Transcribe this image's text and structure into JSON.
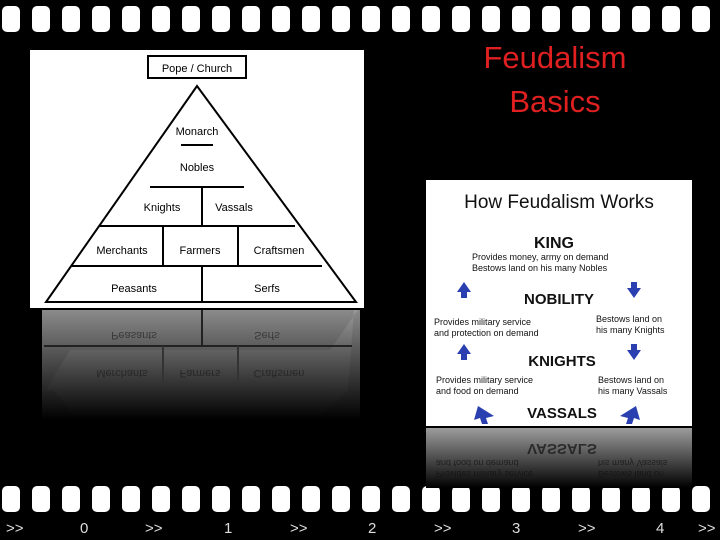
{
  "slide": {
    "title_line1": "Feudalism",
    "title_line2": "Basics"
  },
  "pyramid": {
    "top_box": "Pope / Church",
    "rows": [
      [
        "Monarch"
      ],
      [
        "Nobles"
      ],
      [
        "Knights",
        "Vassals"
      ],
      [
        "Merchants",
        "Farmers",
        "Craftsmen"
      ],
      [
        "Peasants",
        "Serfs"
      ]
    ]
  },
  "feudal_chart": {
    "heading": "How Feudalism Works",
    "king": "KING",
    "king_line1": "Provides money, army on demand",
    "king_line2": "Bestows land on his many Nobles",
    "nobility": "NOBILITY",
    "nobility_left1": "Provides military service",
    "nobility_left2": "and protection on demand",
    "nobility_right1": "Bestows land on",
    "nobility_right2": "his many Knights",
    "knights": "KNIGHTS",
    "knights_left1": "Provides military service",
    "knights_left2": "and food on demand",
    "knights_right1": "Bestows land on",
    "knights_right2": "his many Vassals",
    "vassals": "VASSALS",
    "colors": {
      "arrow": "#2a3fb0",
      "text": "#111111"
    }
  },
  "film_strip": {
    "frame_labels": [
      ">>",
      "0",
      ">>",
      "1",
      ">>",
      "2",
      ">>",
      "3",
      ">>",
      "4",
      ">>"
    ]
  }
}
